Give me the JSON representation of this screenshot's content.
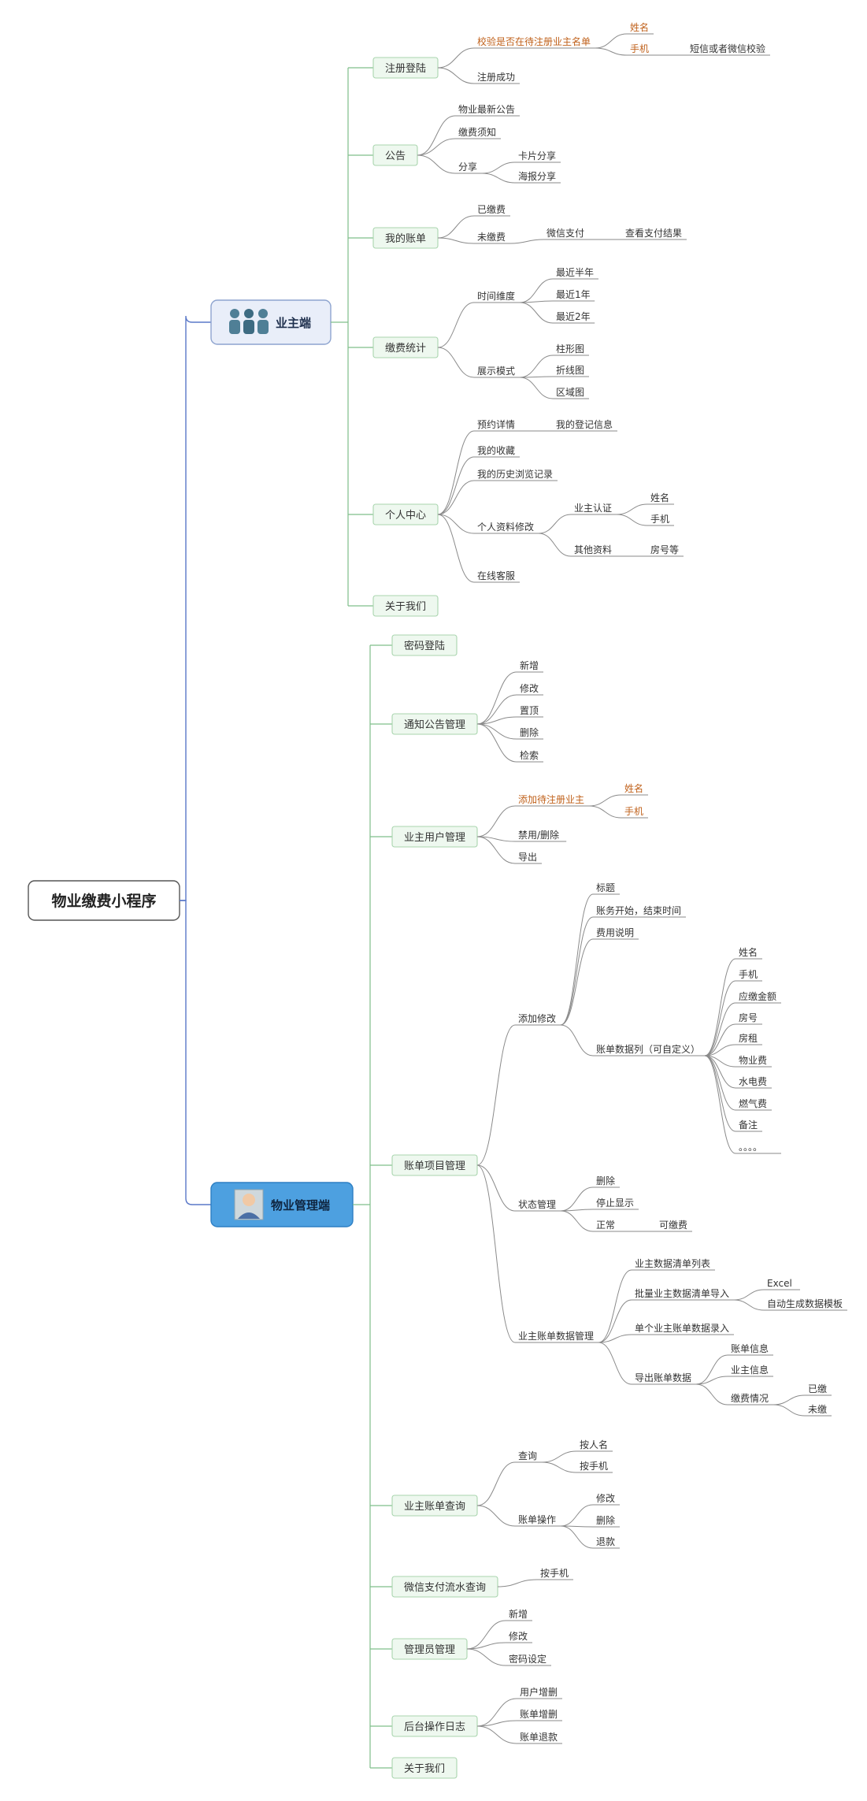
{
  "root": "物业缴费小程序",
  "colors": {
    "owner_node_bg": "#e9eef9",
    "owner_node_border": "#8ea4cf",
    "admin_node_bg": "#4da0e0",
    "admin_node_border": "#2d7fc4",
    "root_border": "#555555",
    "l2_bg": "#eef8ef",
    "l2_border": "#a9d5ae",
    "line_l1": "#5a78c8",
    "line_l2": "#7fbf8a",
    "line_leaf": "#8a8a8a",
    "text": "#333333",
    "orange": "#c0611b"
  },
  "owner": {
    "label": "业主端",
    "icon": "people-group-icon",
    "sections": [
      {
        "label": "注册登陆",
        "children": [
          {
            "label": "校验是否在待注册业主名单",
            "orange": true,
            "children": [
              {
                "label": "姓名",
                "orange": true
              },
              {
                "label": "手机",
                "orange": true,
                "children": [
                  {
                    "label": "短信或者微信校验"
                  }
                ]
              }
            ]
          },
          {
            "label": "注册成功"
          }
        ]
      },
      {
        "label": "公告",
        "children": [
          {
            "label": "物业最新公告"
          },
          {
            "label": "缴费须知"
          },
          {
            "label": "分享",
            "children": [
              {
                "label": "卡片分享"
              },
              {
                "label": "海报分享"
              }
            ]
          }
        ]
      },
      {
        "label": "我的账单",
        "children": [
          {
            "label": "已缴费"
          },
          {
            "label": "未缴费",
            "children": [
              {
                "label": "微信支付",
                "children": [
                  {
                    "label": "查看支付结果"
                  }
                ]
              }
            ]
          }
        ]
      },
      {
        "label": "缴费统计",
        "children": [
          {
            "label": "时间维度",
            "children": [
              {
                "label": "最近半年"
              },
              {
                "label": "最近1年"
              },
              {
                "label": "最近2年"
              }
            ]
          },
          {
            "label": "展示模式",
            "children": [
              {
                "label": "柱形图"
              },
              {
                "label": "折线图"
              },
              {
                "label": "区域图"
              }
            ]
          }
        ]
      },
      {
        "label": "个人中心",
        "children": [
          {
            "label": "预约详情",
            "children": [
              {
                "label": "我的登记信息"
              }
            ]
          },
          {
            "label": "我的收藏"
          },
          {
            "label": "我的历史浏览记录"
          },
          {
            "label": "个人资料修改",
            "children": [
              {
                "label": "业主认证",
                "children": [
                  {
                    "label": "姓名"
                  },
                  {
                    "label": "手机"
                  }
                ]
              },
              {
                "label": "其他资料",
                "children": [
                  {
                    "label": "房号等"
                  }
                ]
              }
            ]
          },
          {
            "label": "在线客服"
          }
        ]
      },
      {
        "label": "关于我们"
      }
    ]
  },
  "admin": {
    "label": "物业管理端",
    "icon": "admin-avatar-icon",
    "sections": [
      {
        "label": "密码登陆"
      },
      {
        "label": "通知公告管理",
        "children": [
          {
            "label": "新增"
          },
          {
            "label": "修改"
          },
          {
            "label": "置顶"
          },
          {
            "label": "删除"
          },
          {
            "label": "检索"
          }
        ]
      },
      {
        "label": "业主用户管理",
        "children": [
          {
            "label": "添加待注册业主",
            "orange": true,
            "children": [
              {
                "label": "姓名",
                "orange": true
              },
              {
                "label": "手机",
                "orange": true
              }
            ]
          },
          {
            "label": "禁用/删除"
          },
          {
            "label": "导出"
          }
        ]
      },
      {
        "label": "账单项目管理",
        "children": [
          {
            "label": "添加修改",
            "children": [
              {
                "label": "标题"
              },
              {
                "label": "账务开始，结束时间"
              },
              {
                "label": "费用说明"
              },
              {
                "label": "账单数据列（可自定义）",
                "children": [
                  {
                    "label": "姓名"
                  },
                  {
                    "label": "手机"
                  },
                  {
                    "label": "应缴金额"
                  },
                  {
                    "label": "房号"
                  },
                  {
                    "label": "房租"
                  },
                  {
                    "label": "物业费"
                  },
                  {
                    "label": "水电费"
                  },
                  {
                    "label": "燃气费"
                  },
                  {
                    "label": "备注"
                  },
                  {
                    "label": "。。。。"
                  }
                ]
              }
            ]
          },
          {
            "label": "状态管理",
            "children": [
              {
                "label": "删除"
              },
              {
                "label": "停止显示"
              },
              {
                "label": "正常",
                "children": [
                  {
                    "label": "可缴费"
                  }
                ]
              }
            ]
          },
          {
            "label": "业主账单数据管理",
            "children": [
              {
                "label": "业主数据清单列表"
              },
              {
                "label": "批量业主数据清单导入",
                "children": [
                  {
                    "label": "Excel"
                  },
                  {
                    "label": "自动生成数据模板"
                  }
                ]
              },
              {
                "label": "单个业主账单数据录入"
              },
              {
                "label": "导出账单数据",
                "children": [
                  {
                    "label": "账单信息"
                  },
                  {
                    "label": "业主信息"
                  },
                  {
                    "label": "缴费情况",
                    "children": [
                      {
                        "label": "已缴"
                      },
                      {
                        "label": "未缴"
                      }
                    ]
                  }
                ]
              }
            ]
          }
        ]
      },
      {
        "label": "业主账单查询",
        "children": [
          {
            "label": "查询",
            "children": [
              {
                "label": "按人名"
              },
              {
                "label": "按手机"
              }
            ]
          },
          {
            "label": "账单操作",
            "children": [
              {
                "label": "修改"
              },
              {
                "label": "删除"
              },
              {
                "label": "退款"
              }
            ]
          }
        ]
      },
      {
        "label": "微信支付流水查询",
        "children": [
          {
            "label": "按手机"
          }
        ]
      },
      {
        "label": "管理员管理",
        "children": [
          {
            "label": "新增"
          },
          {
            "label": "修改"
          },
          {
            "label": "密码设定"
          }
        ]
      },
      {
        "label": "后台操作日志",
        "children": [
          {
            "label": "用户增删"
          },
          {
            "label": "账单增删"
          },
          {
            "label": "账单退款"
          }
        ]
      },
      {
        "label": "关于我们"
      }
    ]
  }
}
